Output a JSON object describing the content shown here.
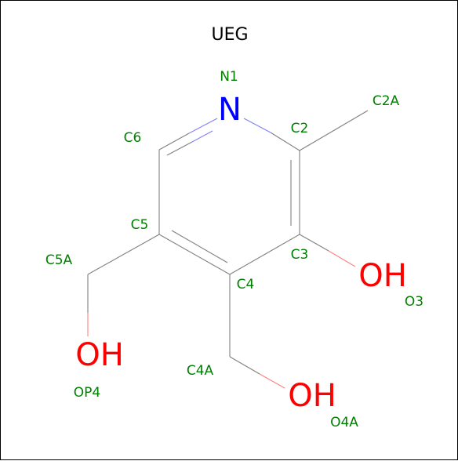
{
  "title": "UEG",
  "colors": {
    "bond": "#808080",
    "label": "#008000",
    "oxygen": "#ff0000",
    "nitrogen": "#0000ff",
    "nitrogen_bond": "#8080ff",
    "oxygen_bond": "#ff8080"
  },
  "elements": {
    "n1": "N",
    "o3": "OH",
    "o4a": "OH",
    "op4": "OH"
  },
  "atom_labels": {
    "n1": "N1",
    "c2": "C2",
    "c2a": "C2A",
    "c3": "C3",
    "c4": "C4",
    "c4a": "C4A",
    "c5": "C5",
    "c5a": "C5A",
    "c6": "C6",
    "o3": "O3",
    "o4a": "O4A",
    "op4": "OP4"
  }
}
